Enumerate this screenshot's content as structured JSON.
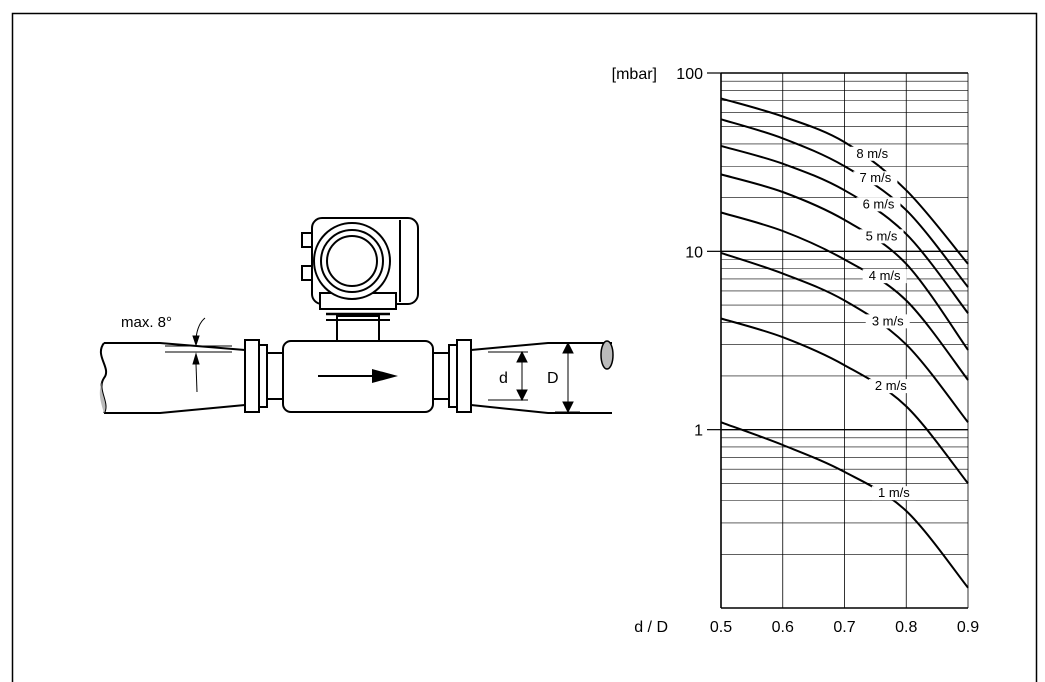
{
  "diagram": {
    "angle_label": "max. 8°",
    "small_diameter_label": "d",
    "large_diameter_label": "D"
  },
  "chart_data": {
    "type": "line",
    "ylabel": "[mbar]",
    "xlabel": "d / D",
    "xlim": [
      0.5,
      0.9
    ],
    "ylim": [
      0.1,
      100
    ],
    "yscale": "log",
    "x_ticks": [
      "0.5",
      "0.6",
      "0.7",
      "0.8",
      "0.9"
    ],
    "y_ticks": [
      "1",
      "10",
      "100"
    ],
    "grid": true,
    "x": [
      0.5,
      0.6,
      0.7,
      0.8,
      0.9
    ],
    "series": [
      {
        "name": "8 m/s",
        "values": [
          72,
          57,
          41,
          22,
          8.5
        ]
      },
      {
        "name": "7 m/s",
        "values": [
          55,
          43,
          30,
          17,
          6.3
        ]
      },
      {
        "name": "6 m/s",
        "values": [
          39,
          31,
          22,
          12.5,
          4.5
        ]
      },
      {
        "name": "5 m/s",
        "values": [
          27,
          21.5,
          15,
          8.5,
          2.8
        ]
      },
      {
        "name": "4 m/s",
        "values": [
          16.5,
          13,
          9,
          5.3,
          1.9
        ]
      },
      {
        "name": "3 m/s",
        "values": [
          9.8,
          7.5,
          5.3,
          3,
          1.1
        ]
      },
      {
        "name": "2 m/s",
        "values": [
          4.2,
          3.3,
          2.3,
          1.35,
          0.5
        ]
      },
      {
        "name": "1 m/s",
        "values": [
          1.1,
          0.82,
          0.58,
          0.35,
          0.13
        ]
      }
    ]
  }
}
